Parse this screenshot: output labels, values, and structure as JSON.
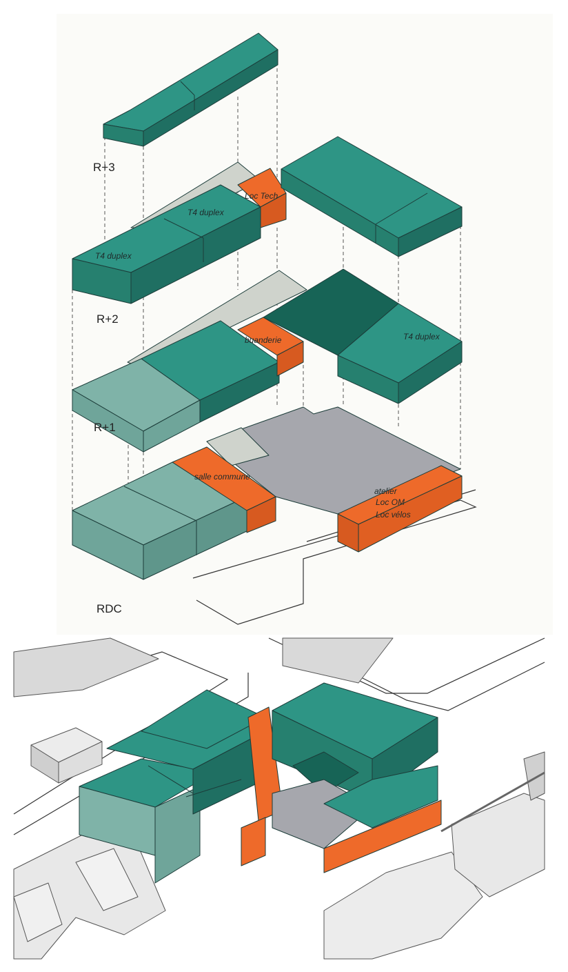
{
  "levels": {
    "r3": "R+3",
    "r2": "R+2",
    "r1": "R+1",
    "rdc": "RDC"
  },
  "labels": {
    "t4_duplex_a": "T4 duplex",
    "t4_duplex_b": "T4 duplex",
    "loc_tech": "Loc Tech",
    "buanderie": "buanderie",
    "t4_duplex_c": "T4 duplex",
    "salle_commune": "salle commune",
    "atelier": "atelier",
    "loc_om": "Loc OM",
    "loc_velos": "Loc vélos"
  },
  "colors": {
    "housing_top": "#2e9585",
    "housing_side": "#26806f",
    "housing_front": "#1f6f62",
    "housing_dark": "#176456",
    "light_teal": "#7fb3a8",
    "service_orange": "#ee6a2a",
    "common_grey": "#a6a7ad",
    "terrace_grey": "#cfd3cc",
    "context_grey": "#e4e4e4"
  }
}
